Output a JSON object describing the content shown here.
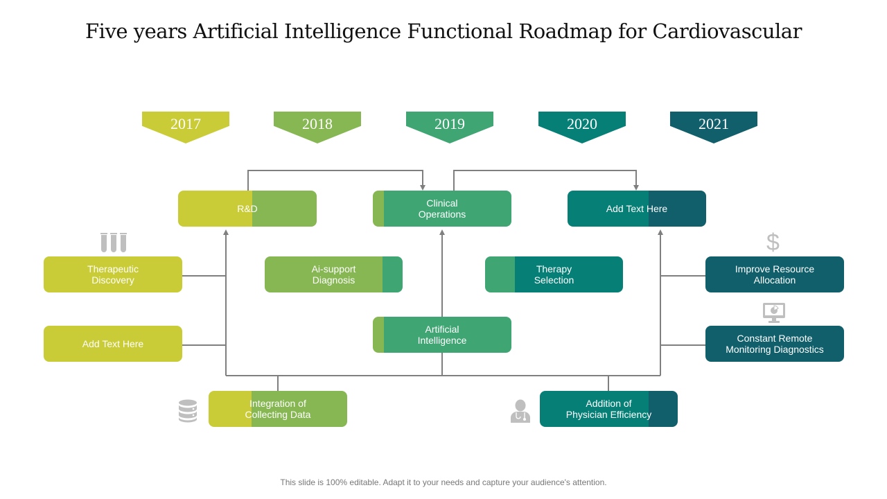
{
  "title": "Five years Artificial Intelligence Functional Roadmap for Cardiovascular",
  "colors": {
    "c2017": "#c9cc36",
    "c2018": "#86b752",
    "c2019": "#3ea573",
    "c2020": "#068077",
    "c2021": "#105f6b",
    "connector": "#7f7f7f",
    "icon": "#bfbfbf"
  },
  "years": [
    {
      "label": "2017"
    },
    {
      "label": "2018"
    },
    {
      "label": "2019"
    },
    {
      "label": "2020"
    },
    {
      "label": "2021"
    }
  ],
  "nodes": {
    "rd": "R&D",
    "clinical_operations": "Clinical\nOperations",
    "add_text_top": "Add Text Here",
    "therapeutic_discovery": "Therapeutic\nDiscovery",
    "add_text_left": "Add Text Here",
    "ai_support_diagnosis": "Ai-support\nDiagnosis",
    "therapy_selection": "Therapy\nSelection",
    "artificial_intelligence": "Artificial\nIntelligence",
    "improve_resource_allocation": "Improve Resource\nAllocation",
    "constant_remote_monitoring": "Constant Remote\nMonitoring Diagnostics",
    "integration_collecting_data": "Integration of\nCollecting Data",
    "addition_physician_efficiency": "Addition of\nPhysician Efficiency"
  },
  "icons": {
    "test_tubes": "test-tubes-icon",
    "dollar": "$",
    "monitor_chart": "monitor-chart-icon",
    "database": "database-icon",
    "doctor": "doctor-icon"
  },
  "footer": "This slide is 100% editable. Adapt it to your needs and capture your audience's attention."
}
